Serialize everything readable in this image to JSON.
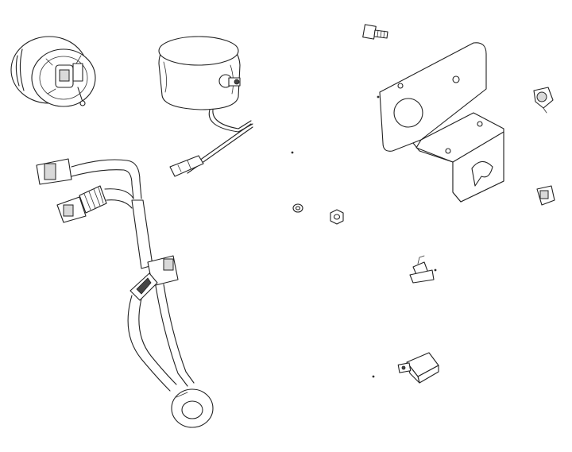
{
  "diagram": {
    "type": "exploded-parts-illustration",
    "labels": [],
    "parts": [
      {
        "name": "horn-front-unit"
      },
      {
        "name": "horn-rear-unit"
      },
      {
        "name": "wiring-harness"
      },
      {
        "name": "bolt"
      },
      {
        "name": "mounting-bracket"
      },
      {
        "name": "retainer-clip-upper"
      },
      {
        "name": "retainer-clip-lower"
      },
      {
        "name": "washer"
      },
      {
        "name": "nut"
      },
      {
        "name": "harness-clip"
      },
      {
        "name": "relay"
      }
    ],
    "colors": {
      "line": "#222222",
      "background": "#ffffff",
      "shade": "#d9d9d9"
    }
  }
}
